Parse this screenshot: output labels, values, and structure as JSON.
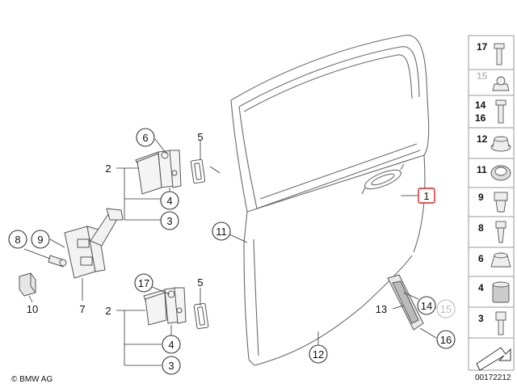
{
  "copyright": "© BMW AG",
  "diagram_id": "00172212",
  "callouts": {
    "c1": "1",
    "c2a": "2",
    "c2b": "2",
    "c3a": "3",
    "c3b": "3",
    "c4a": "4",
    "c4b": "4",
    "c5a": "5",
    "c5b": "5",
    "c6": "6",
    "c7": "7",
    "c8": "8",
    "c9": "9",
    "c10": "10",
    "c11": "11",
    "c12": "12",
    "c13": "13",
    "c14": "14",
    "c15": "15",
    "c16": "16",
    "c17": "17"
  },
  "side_panel": {
    "items": [
      {
        "label": "17"
      },
      {
        "label": "15"
      },
      {
        "label": "14",
        "label2": "16"
      },
      {
        "label": "12"
      },
      {
        "label": "11"
      },
      {
        "label": "9"
      },
      {
        "label": "8"
      },
      {
        "label": "6"
      },
      {
        "label": "4"
      },
      {
        "label": "3"
      }
    ]
  }
}
